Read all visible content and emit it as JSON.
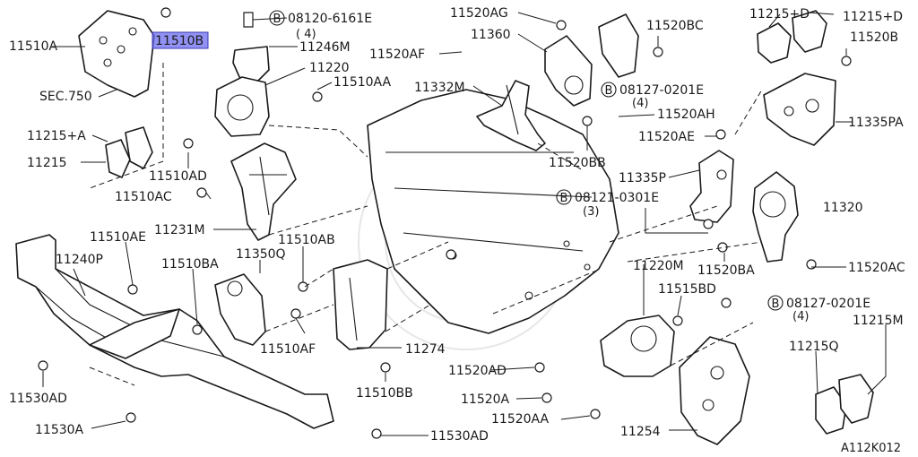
{
  "diagram": {
    "figure_code": "A112K012",
    "highlight_color": "#6c6cf0",
    "labels": {
      "p11510A": "11510A",
      "p11510B": "11510B",
      "pSEC750": "SEC.750",
      "p11215A": "11215+A",
      "p11215": "11215",
      "p08120": "08120-6161E",
      "p08120q": "( 4)",
      "p11246M": "11246M",
      "p11220": "11220",
      "p11510AA": "11510AA",
      "p11510AD": "11510AD",
      "p11510AC": "11510AC",
      "p11231M": "11231M",
      "p11510AE": "11510AE",
      "p11240P": "11240P",
      "p11510BA": "11510BA",
      "p11350Q": "11350Q",
      "p11510AB": "11510AB",
      "p11510AF": "11510AF",
      "p11274": "11274",
      "p11510BB": "11510BB",
      "p11530AD": "11530AD",
      "p11530A": "11530A",
      "p11530AD2": "11530AD",
      "p11520AG": "11520AG",
      "p11520AF": "11520AF",
      "p11360": "11360",
      "p11332M": "11332M",
      "p11520BC": "11520BC",
      "p08127a": "08127-0201E",
      "p08127aq": "(4)",
      "p11520AH": "11520AH",
      "p11520BB": "11520BB",
      "p11215D1": "11215+D",
      "p11215D2": "11215+D",
      "p11520B": "11520B",
      "p11335PA": "11335PA",
      "p11520AE": "11520AE",
      "p11335P": "11335P",
      "p08121": "08121-0301E",
      "p08121q": "(3)",
      "p11320": "11320",
      "p11520BA": "11520BA",
      "p11520AC": "11520AC",
      "p11220M": "11220M",
      "p11515BD": "11515BD",
      "p08127b": "08127-0201E",
      "p08127bq": "(4)",
      "p11215M": "11215M",
      "p11215Q": "11215Q",
      "p11520AD": "11520AD",
      "p11520A": "11520A",
      "p11520AA": "11520AA",
      "p11254": "11254"
    },
    "circled_letter": "B"
  }
}
